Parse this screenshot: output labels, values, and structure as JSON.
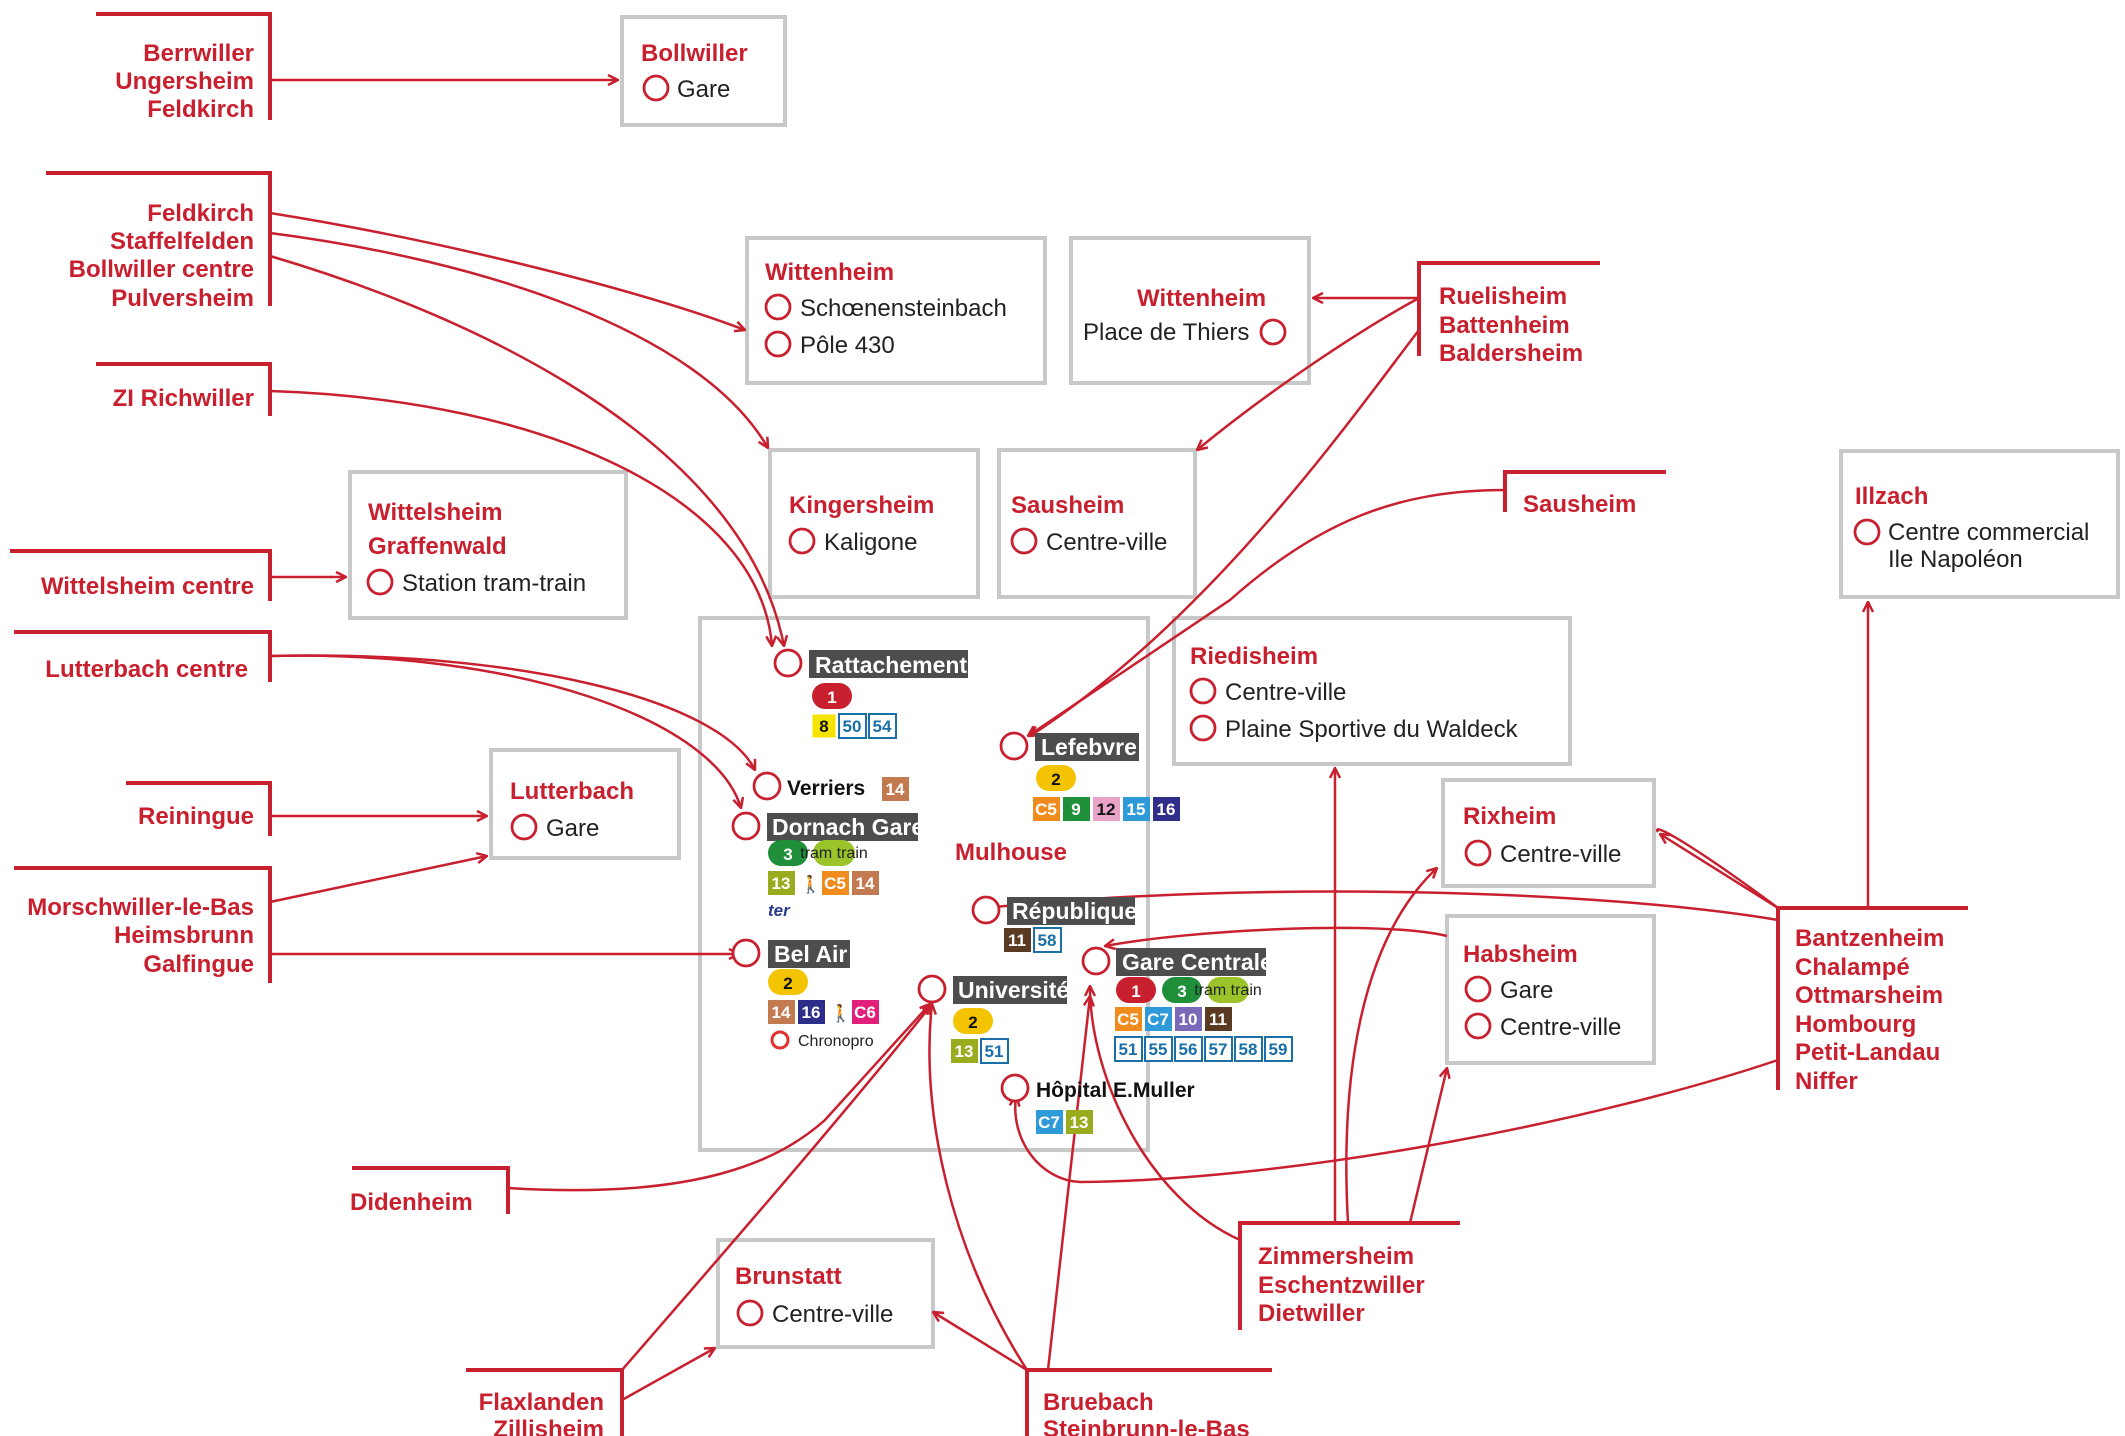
{
  "center_label": "Mulhouse",
  "origins": {
    "o1": [
      "Berrwiller",
      "Ungersheim",
      "Feldkirch"
    ],
    "o2": [
      "Feldkirch",
      "Staffelfelden",
      "Bollwiller centre",
      "Pulversheim"
    ],
    "o3": [
      "ZI Richwiller"
    ],
    "o4": [
      "Wittelsheim centre"
    ],
    "o5": [
      "Lutterbach centre"
    ],
    "o6": [
      "Reiningue"
    ],
    "o7": [
      "Morschwiller-le-Bas",
      "Heimsbrunn",
      "Galfingue"
    ],
    "o8": [
      "Didenheim"
    ],
    "o9": [
      "Flaxlanden",
      "Zillisheim"
    ],
    "o10": [
      "Bruebach",
      "Steinbrunn-le-Bas"
    ],
    "o11": [
      "Zimmersheim",
      "Eschentzwiller",
      "Dietwiller"
    ],
    "o12": [
      "Bantzenheim",
      "Chalampé",
      "Ottmarsheim",
      "Hombourg",
      "Petit-Landau",
      "Niffer"
    ],
    "o13": [
      "Ruelisheim",
      "Battenheim",
      "Baldersheim"
    ],
    "o14": [
      "Sausheim"
    ]
  },
  "destinations": {
    "bollwiller": {
      "title": "Bollwiller",
      "stops": [
        "Gare"
      ]
    },
    "wittenheim1": {
      "title": "Wittenheim",
      "stops": [
        "Schœnensteinbach",
        "Pôle 430"
      ]
    },
    "wittenheim2": {
      "title": "Wittenheim",
      "stops": [
        "Place de Thiers"
      ]
    },
    "kingersheim": {
      "title": "Kingersheim",
      "stops": [
        "Kaligone"
      ]
    },
    "sausheim": {
      "title": "Sausheim",
      "stops": [
        "Centre-ville"
      ]
    },
    "wittelsheim": {
      "title": "Wittelsheim",
      "title2": "Graffenwald",
      "stops": [
        "Station tram-train"
      ]
    },
    "illzach": {
      "title": "Illzach",
      "stops": [
        "Centre commercial",
        "Ile Napoléon"
      ]
    },
    "riedisheim": {
      "title": "Riedisheim",
      "stops": [
        "Centre-ville",
        "Plaine Sportive du Waldeck"
      ]
    },
    "lutterbach": {
      "title": "Lutterbach",
      "stops": [
        "Gare"
      ]
    },
    "rixheim": {
      "title": "Rixheim",
      "stops": [
        "Centre-ville"
      ]
    },
    "habsheim": {
      "title": "Habsheim",
      "stops": [
        "Gare",
        "Centre-ville"
      ]
    },
    "brunstatt": {
      "title": "Brunstatt",
      "stops": [
        "Centre-ville"
      ]
    }
  },
  "hubs": {
    "rattachement": {
      "name": "Rattachement",
      "tram": [
        "1"
      ],
      "bus": [
        "8",
        "50",
        "54"
      ]
    },
    "verriers": {
      "name": "Verriers",
      "bus": [
        "14"
      ]
    },
    "dornach": {
      "name": "Dornach Gare",
      "tram": [
        "3"
      ],
      "tram_train": "tram train",
      "bus": [
        "13",
        "C5",
        "14"
      ],
      "extra": "ter"
    },
    "belair": {
      "name": "Bel Air",
      "tram": [
        "2"
      ],
      "bus": [
        "14",
        "16",
        "C6"
      ],
      "extra": "Chronopro"
    },
    "lefebvre": {
      "name": "Lefebvre",
      "tram": [
        "2"
      ],
      "bus": [
        "C5",
        "9",
        "12",
        "15",
        "16"
      ]
    },
    "republique": {
      "name": "République",
      "bus": [
        "11",
        "58"
      ]
    },
    "universite": {
      "name": "Université",
      "tram": [
        "2"
      ],
      "bus": [
        "13",
        "51"
      ]
    },
    "garecentrale": {
      "name": "Gare Centrale",
      "tram": [
        "1",
        "3"
      ],
      "tram_train": "tram train",
      "bus": [
        "C5",
        "C7",
        "10",
        "11"
      ],
      "bus2": [
        "51",
        "55",
        "56",
        "57",
        "58",
        "59"
      ]
    },
    "hopital": {
      "name": "Hôpital E.Muller",
      "bus": [
        "C7",
        "13"
      ]
    }
  },
  "colors": {
    "accent": "#c8202f",
    "box_border": "#c8c8c8",
    "label_bg": "#4d4d4d",
    "tram1": "#c8202f",
    "tram2": "#f5c400",
    "tram3": "#1f8f3a",
    "tram_train": "#9ac42a"
  }
}
